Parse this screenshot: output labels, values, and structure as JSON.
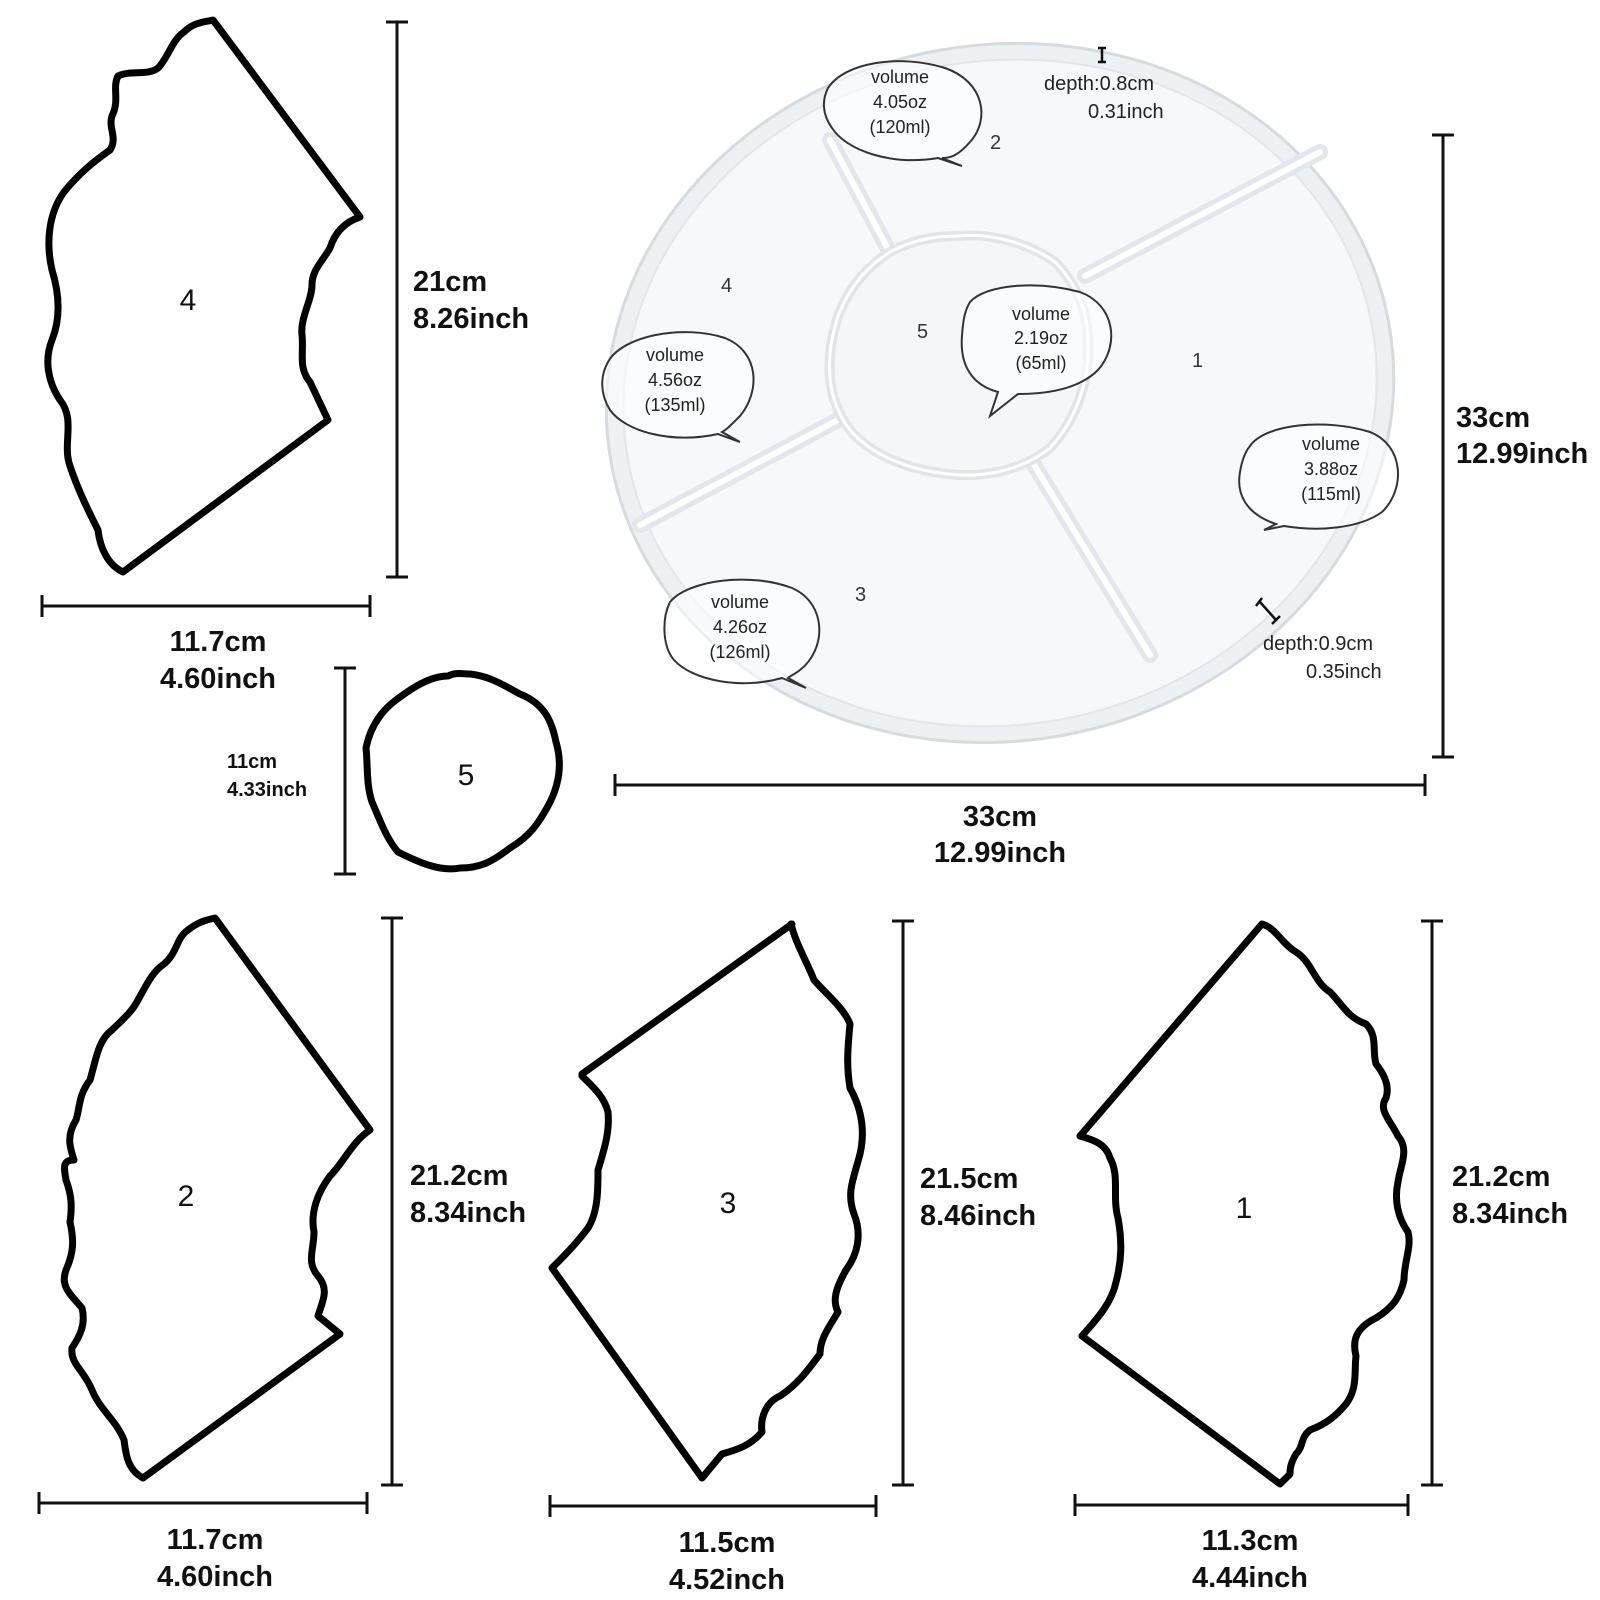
{
  "shapes": {
    "piece_4": {
      "number": "4",
      "height": {
        "cm": "21cm",
        "inch": "8.26inch"
      },
      "width": {
        "cm": "11.7cm",
        "inch": "4.60inch"
      }
    },
    "piece_5": {
      "number": "5",
      "diameter": {
        "cm": "11cm",
        "inch": "4.33inch"
      }
    },
    "piece_2": {
      "number": "2",
      "height": {
        "cm": "21.2cm",
        "inch": "8.34inch"
      },
      "width": {
        "cm": "11.7cm",
        "inch": "4.60inch"
      }
    },
    "piece_3": {
      "number": "3",
      "height": {
        "cm": "21.5cm",
        "inch": "8.46inch"
      },
      "width": {
        "cm": "11.5cm",
        "inch": "4.52inch"
      }
    },
    "piece_1": {
      "number": "1",
      "height": {
        "cm": "21.2cm",
        "inch": "8.34inch"
      },
      "width": {
        "cm": "11.3cm",
        "inch": "4.44inch"
      }
    }
  },
  "tray": {
    "height": {
      "cm": "33cm",
      "inch": "12.99inch"
    },
    "width": {
      "cm": "33cm",
      "inch": "12.99inch"
    },
    "section_labels": [
      "1",
      "2",
      "3",
      "4",
      "5"
    ],
    "bubbles": [
      {
        "label": "volume",
        "oz": "4.05oz",
        "ml": "(120ml)"
      },
      {
        "label": "volume",
        "oz": "2.19oz",
        "ml": "(65ml)"
      },
      {
        "label": "volume",
        "oz": "4.56oz",
        "ml": "(135ml)"
      },
      {
        "label": "volume",
        "oz": "3.88oz",
        "ml": "(115ml)"
      },
      {
        "label": "volume",
        "oz": "4.26oz",
        "ml": "(126ml)"
      }
    ],
    "depths": [
      {
        "label": "depth:0.8cm",
        "inch": "0.31inch"
      },
      {
        "label": "depth:0.9cm",
        "inch": "0.35inch"
      }
    ]
  }
}
